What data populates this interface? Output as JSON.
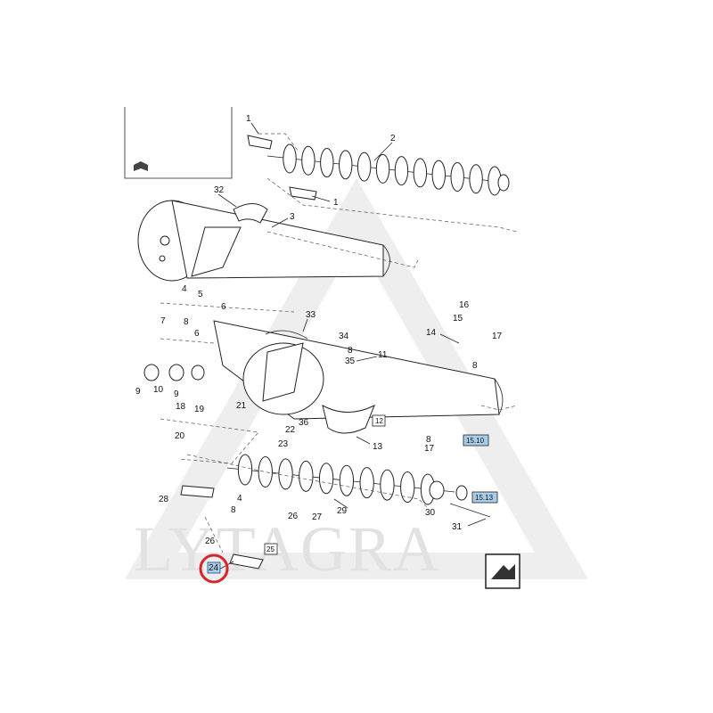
{
  "watermark": {
    "text": "LYTAGRA"
  },
  "highlight": {
    "label": "24",
    "ring_color": "#d9262c",
    "box_color": "#a9cde8"
  },
  "refs": [
    "12",
    "15.10",
    "15.13",
    "25"
  ],
  "callouts": [
    "1",
    "2",
    "1",
    "32",
    "3",
    "4",
    "5",
    "6",
    "7",
    "8",
    "6",
    "9",
    "10",
    "9",
    "33",
    "34",
    "8",
    "35",
    "11",
    "16",
    "15",
    "14",
    "17",
    "8",
    "18",
    "19",
    "20",
    "21",
    "22",
    "23",
    "36",
    "13",
    "8",
    "17",
    "28",
    "29",
    "30",
    "31",
    "4",
    "8",
    "26",
    "27",
    "26"
  ],
  "colors": {
    "line": "#222222",
    "watermark": "#e2e2e2",
    "ref_box": "#a9cde8"
  },
  "icons": [
    "direction-arrow-icon",
    "book-icon"
  ]
}
